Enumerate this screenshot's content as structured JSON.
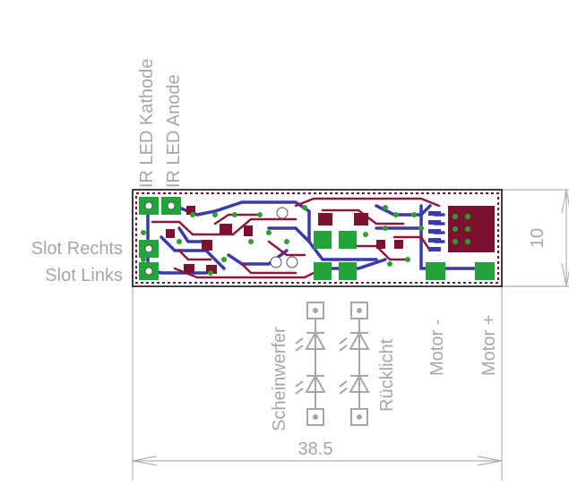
{
  "labels": {
    "ir_kathode": "IR LED Kathode",
    "ir_anode": "IR LED Anode",
    "slot_rechts": "Slot Rechts",
    "slot_links": "Slot Links",
    "scheinwerfer": "Scheinwerfer",
    "ruecklicht": "Rücklicht",
    "motor_minus": "Motor -",
    "motor_plus": "Motor +"
  },
  "dimensions": {
    "width": "38.5",
    "height": "10"
  },
  "colors": {
    "label": "#a6a6a6",
    "board_outline": "#000000",
    "copper_top": "#8b1a3a",
    "copper_bottom": "#3a3aa8",
    "pad_green": "#22a43a",
    "pad_dark": "#7a1230",
    "via": "#2e9e2e"
  }
}
